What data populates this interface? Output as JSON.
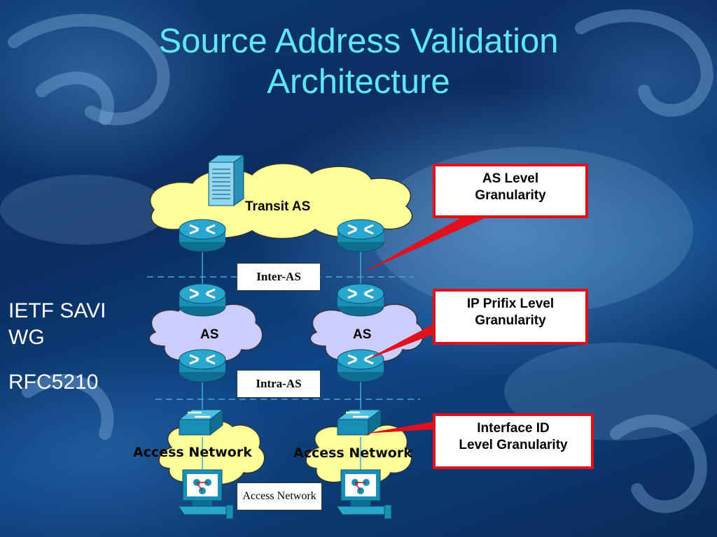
{
  "slide": {
    "title_line1": "Source Address Validation",
    "title_line2": "Architecture",
    "side_line1": "IETF SAVI",
    "side_line2": "WG",
    "side_line3": "RFC5210"
  },
  "diagram": {
    "transit_label": "Transit AS",
    "as_left_label": "AS",
    "as_right_label": "AS",
    "access_left_label": "Access Network",
    "access_right_label": "Access Network",
    "inter_as_tag": "Inter-AS",
    "intra_as_tag": "Intra-AS",
    "access_tag": "Access Network"
  },
  "callouts": {
    "as_level_line1": "AS Level",
    "as_level_line2": "Granularity",
    "ip_prefix_line1": "IP Prifix Level",
    "ip_prefix_line2": "Granularity",
    "interface_line1": "Interface ID",
    "interface_line2": "Level Granularity"
  },
  "colors": {
    "title": "#5fe8f4",
    "callout_border": "#e0101c",
    "transit_cloud": "#ffff99",
    "as_cloud": "#ccccff",
    "access_cloud": "#ffff99",
    "router": "#1a8fb5"
  },
  "icons": [
    "server-icon",
    "router-icon",
    "switch-icon",
    "host-computer-icon"
  ]
}
